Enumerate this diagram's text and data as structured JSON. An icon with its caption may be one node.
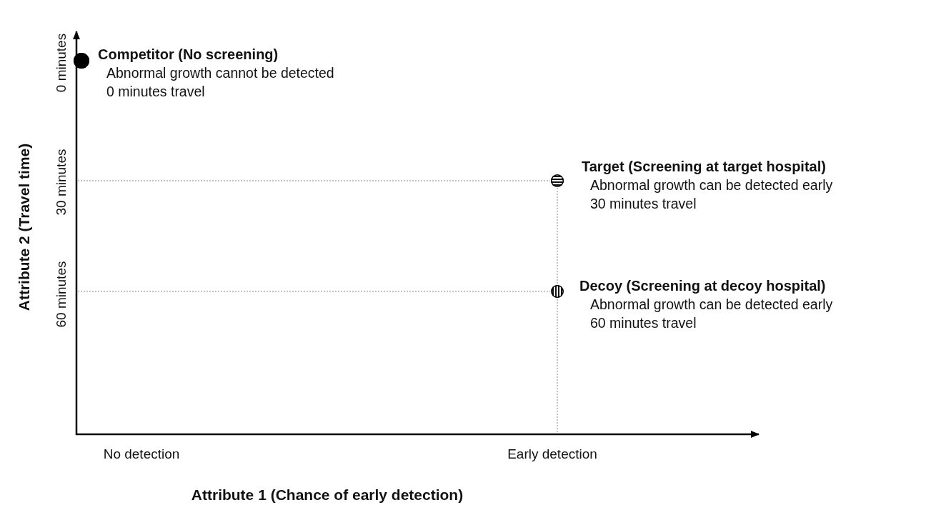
{
  "diagram": {
    "nodes": [
      {
        "text": [],
        "shape": "circle",
        "beside": [
          "Competitor (No screening)",
          "Abnormal growth cannot be detected",
          "0 minutes travel"
        ]
      },
      {
        "text": [],
        "shape": "circle",
        "beside": [
          "Target (Screening at target hospital)",
          "Abnormal growth can be detected early",
          "30 minutes travel"
        ]
      },
      {
        "text": [],
        "shape": "circle",
        "beside": [
          "Decoy (Screening at decoy hospital)",
          "Abnormal growth can be detected early",
          "60 minutes travel"
        ]
      }
    ],
    "labels": [
      "0 minutes",
      "30 minutes",
      "60 minutes",
      "Attribute 2 (Travel time)",
      "No detection",
      "Early detection",
      "Attribute 1 (Chance of early detection)"
    ]
  }
}
